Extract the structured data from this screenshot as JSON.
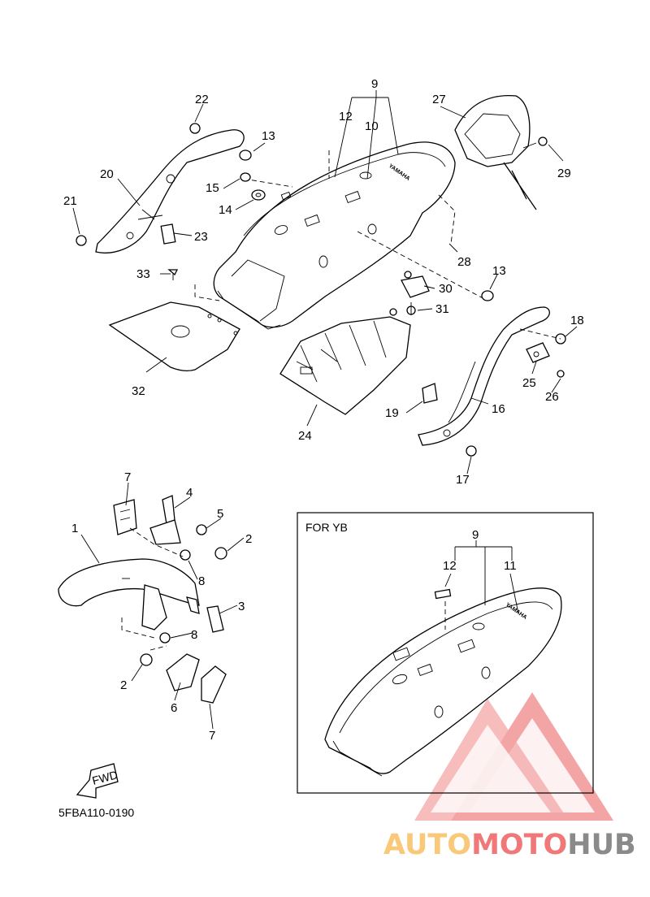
{
  "diagram": {
    "code": "5FBA110-0190",
    "inset_label": "FOR YB",
    "fwd_label": "FWD",
    "brand_text": "YAMAHA",
    "callouts": {
      "c1": "1",
      "c2a": "2",
      "c2b": "2",
      "c3": "3",
      "c4": "4",
      "c5": "5",
      "c6": "6",
      "c7a": "7",
      "c7b": "7",
      "c8a": "8",
      "c8b": "8",
      "c9": "9",
      "c10": "10",
      "c12": "12",
      "c13a": "13",
      "c13b": "13",
      "c14": "14",
      "c15": "15",
      "c16": "16",
      "c17": "17",
      "c18": "18",
      "c19": "19",
      "c20": "20",
      "c21": "21",
      "c22": "22",
      "c23": "23",
      "c24": "24",
      "c25": "25",
      "c26": "26",
      "c27": "27",
      "c28": "28",
      "c29": "29",
      "c30": "30",
      "c31": "31",
      "c32": "32",
      "c33": "33",
      "i9": "9",
      "i11": "11",
      "i12": "12"
    }
  },
  "watermark": {
    "part1": "AUTO",
    "part2": "MOTO",
    "part3": "HUB",
    "colors": {
      "auto": "#f9c878",
      "moto": "#f07878",
      "hub": "#8a8a8a",
      "logo": "#f08080"
    }
  }
}
